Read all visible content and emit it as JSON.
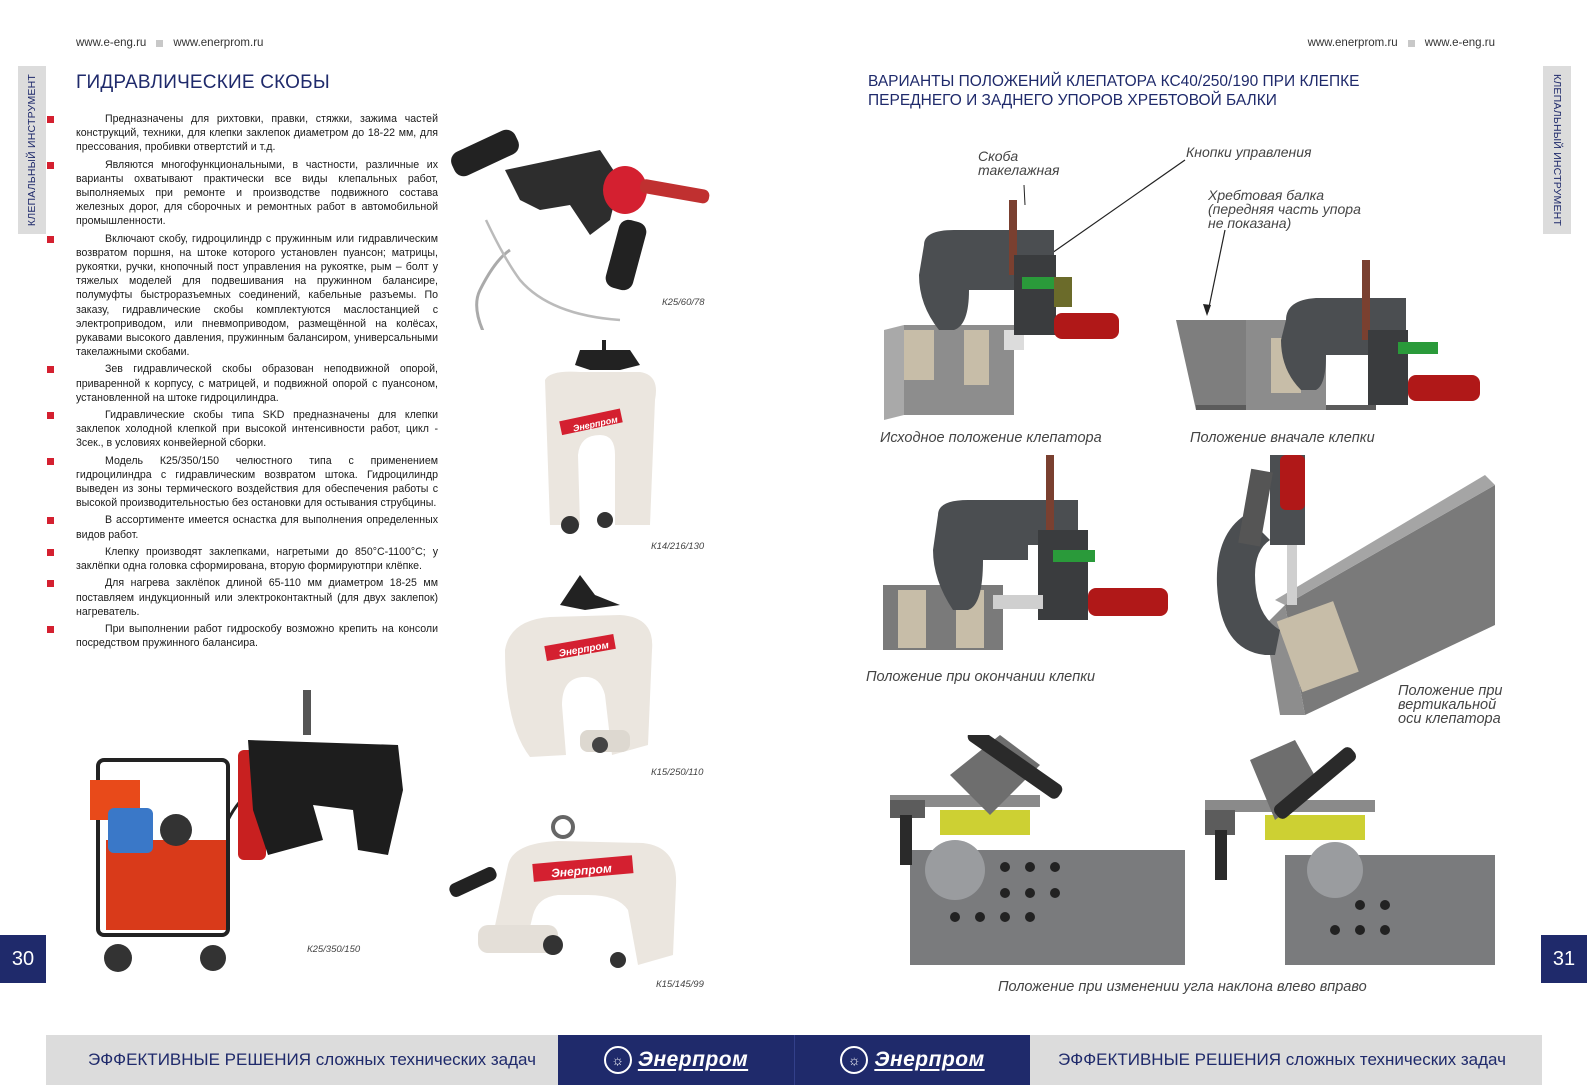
{
  "urls_left": [
    "www.e-eng.ru",
    "www.enerprom.ru"
  ],
  "urls_right": [
    "www.enerprom.ru",
    "www.e-eng.ru"
  ],
  "side_tab": "КЛЕПАЛЬНЫЙ ИНСТРУМЕНТ",
  "page_left": "30",
  "page_right": "31",
  "title_left": "ГИДРАВЛИЧЕСКИЕ СКОБЫ",
  "title_right": "ВАРИАНТЫ ПОЛОЖЕНИЙ КЛЕПАТОРА КС40/250/190 ПРИ КЛЕПКЕ ПЕРЕДНЕГО И ЗАДНЕГО УПОРОВ ХРЕБТОВОЙ БАЛКИ",
  "paragraphs": [
    "Предназначены для рихтовки, правки, стяжки, зажима частей конструкций, техники, для клепки заклепок диаметром до 18-22 мм, для прессования, пробивки отвертстий и т.д.",
    "Являются многофункциональными, в частности, различные их варианты охватывают практически все виды клепальных работ, выполняемых при ремонте и производстве подвижного состава железных дорог, для сборочных и ремонтных работ в автомобильной промышленности.",
    "Включают скобу, гидроцилиндр с пружинным или гидравлическим возвратом поршня, на штоке которого установлен пуансон; матрицы, рукоятки, ручки, кнопочный пост управления на рукоятке, рым – болт у тяжелых моделей для подвешивания на пружинном балансире, полумуфты быстроразъемных соединений, кабельные разъемы. По заказу, гидравлические скобы комплектуются маслостанцией с электроприводом, или пневмоприводом, размещённой на колёсах, рукавами высокого давления, пружинным балансиром, универсальными такелажными скобами.",
    "Зев гидравлической скобы образован неподвижной опорой, приваренной к корпусу, с матрицей, и подвижной опорой с пуансоном, установленной на штоке гидроцилиндра.",
    "Гидравлические скобы типа SKD предназначены для клепки заклепок холодной клепкой при высокой интенсивности работ, цикл - 3сек., в условиях конвейерной сборки.",
    "Модель К25/350/150 челюстного типа с применением гидроцилиндра с гидравлическим возвратом штока. Гидроцилиндр выведен из зоны термического воздействия для обеспечения работы с высокой производительностью без остановки для остывания струбцины.",
    "В ассортименте имеется оснастка для выполнения определенных видов работ.",
    "Клепку производят заклепками, нагретыми до 850°С-1100°С; у заклёпки одна головка сформирована, вторую формируютпри клёпке.",
    "Для нагрева заклёпок длиной 65-110 мм диаметром 18-25 мм поставляем индукционный или электроконтактный (для двух заклепок) нагреватель.",
    "При выполнении работ гидроскобу возможно крепить на консоли посредством пружинного балансира."
  ],
  "products": {
    "p1": "К25/60/78",
    "p2": "К14/216/130",
    "p3": "К15/250/110",
    "p4": "К15/145/99",
    "p5": "К25/350/150"
  },
  "brand": "Энерпром",
  "diagram": {
    "label_skoba": "Скоба\nтакелажная",
    "label_knopki": "Кнопки управления",
    "label_balka": "Хребтовая балка\n(передняя часть упора\nне показана)",
    "cap1": "Исходное положение клепатора",
    "cap2": "Положение вначале клепки",
    "cap3": "Положение при окончании клепки",
    "cap4": "Положение при\nвертикальной\nоси клепатора",
    "cap5": "Положение при изменении угла наклона влево вправо"
  },
  "footer": {
    "strong": "ЭФФЕКТИВНЫЕ РЕШЕНИЯ",
    "rest": " сложных технических задач"
  },
  "colors": {
    "navy": "#1f2a6b",
    "red": "#d42030",
    "gray_band": "#dcdcdc"
  }
}
